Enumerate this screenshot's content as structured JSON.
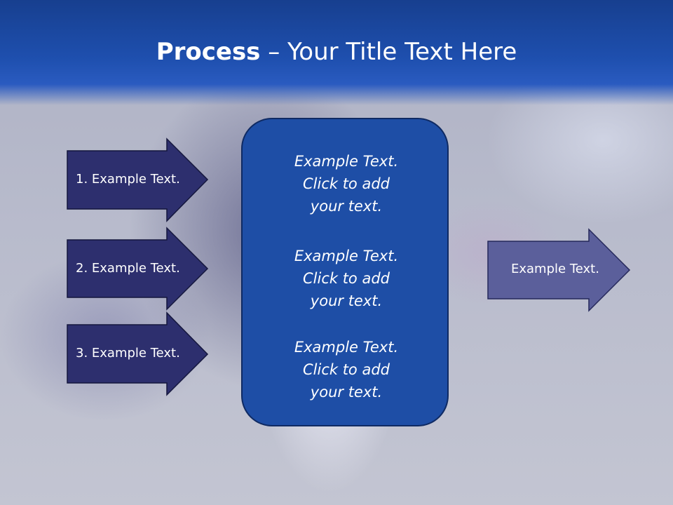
{
  "title": {
    "bold": "Process",
    "rest": " – Your Title Text Here"
  },
  "left_arrows": [
    {
      "label": "1. Example Text."
    },
    {
      "label": "2. Example Text."
    },
    {
      "label": "3. Example Text."
    }
  ],
  "center": {
    "blocks": [
      {
        "lines": [
          "Example Text.",
          "Click  to add",
          "your text."
        ]
      },
      {
        "lines": [
          "Example Text.",
          "Click  to add",
          "your text."
        ]
      },
      {
        "lines": [
          "Example Text.",
          "Click  to add",
          "your text."
        ]
      }
    ]
  },
  "right_arrow": {
    "label": "Example Text."
  },
  "colors": {
    "header": "#1e4fae",
    "left_arrow_fill": "#2d2f6e",
    "right_arrow_fill": "#5b5f9b",
    "center_box_fill": "#1e4ea6"
  }
}
